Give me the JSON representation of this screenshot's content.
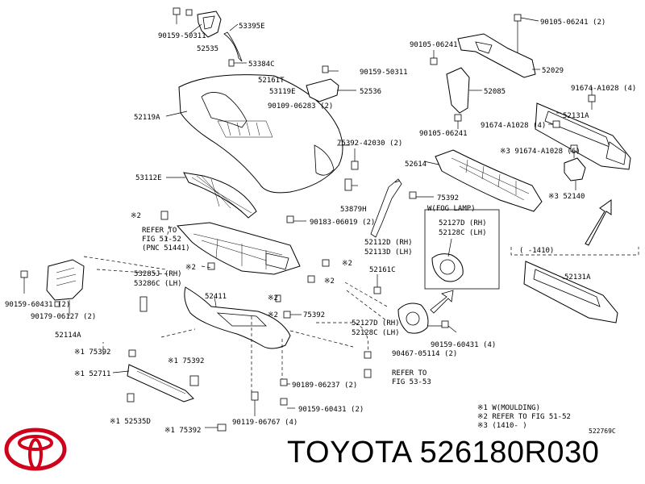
{
  "labels": {
    "l90159_50311_top": "90159-50311",
    "l53395E": "53395E",
    "l52535": "52535",
    "l53384C": "53384C",
    "l52161T": "52161T",
    "l53119E": "53119E",
    "l90109_06283": "90109-06283 (2)",
    "l52119A": "52119A",
    "l90159_50311_mid": "90159-50311",
    "l52536": "52536",
    "l75392_42030": "75392-42030 (2)",
    "l53112E": "53112E",
    "l53879H": "53879H",
    "l90183_06019": "90183-06019 (2)",
    "l90105_06241_tr": "90105-06241 (2)",
    "l90105_06241_a": "90105-06241",
    "l52029": "52029",
    "l52085": "52085",
    "l91674_A1028_4a": "91674-A1028 (4)",
    "l52131A_top": "52131A",
    "l91674_A1028_4b": "91674-A1028 (4)",
    "l90105_06241_b": "90105-06241",
    "l91674_A1028_6": "※3 91674-A1028 (6)",
    "l52614": "52614",
    "l52140": "※3 52140",
    "l75392_right": "75392",
    "l_fog_lamp": "W(FOG LAMP)",
    "l52127D_box": "52127D (RH)",
    "l52128C_box": "52128C (LH)",
    "l52112D": "52112D (RH)",
    "l52113D": "52113D (LH)",
    "l52161C": "52161C",
    "l52127D": "52127D (RH)",
    "l52128C": "52128C (LH)",
    "l90159_60431_4": "90159-60431 (4)",
    "l90467_05114": "90467-05114 (2)",
    "l_refer_53": "REFER TO",
    "l_fig_53": "FIG 53-53",
    "l_range_1410": "( -1410)",
    "l52131A_right": "52131A",
    "l_note2_a": "※2",
    "l_refer_51": "REFER TO",
    "l_fig_51": "FIG 51-52",
    "l_pnc": "(PNC 51441)",
    "l_note2_b": "※2",
    "l_note2_c": "※2",
    "l_note2_d": "※2",
    "l_note2_e": "※2",
    "l_note2_f": "※2",
    "l53285J": "53285J (RH)",
    "l53286C": "53286C (LH)",
    "l52411": "52411",
    "l75392_mid": "75392",
    "l90159_60431_2": "90159-60431 (2)",
    "l90179_06127": "90179-06127 (2)",
    "l52114A": "52114A",
    "l75392_n1a": "※1 75392",
    "l75392_n1b": "※1 75392",
    "l52711": "※1 52711",
    "l52535D": "※1 52535D",
    "l75392_n1c": "※1 75392",
    "l90119_06767": "90119-06767 (4)",
    "l90189_06237": "90189-06237 (2)",
    "l90159_60431_2b": "90159-60431 (2)",
    "l_legend1": "※1 W(MOULDING)",
    "l_legend2": "※2 REFER TO FIG 51-52",
    "l_legend3": "※3 (1410-     )"
  },
  "footer": {
    "brand_code": "TOYOTA 526180R030",
    "ref_code": "522769C",
    "logo": "toyota-logo"
  }
}
